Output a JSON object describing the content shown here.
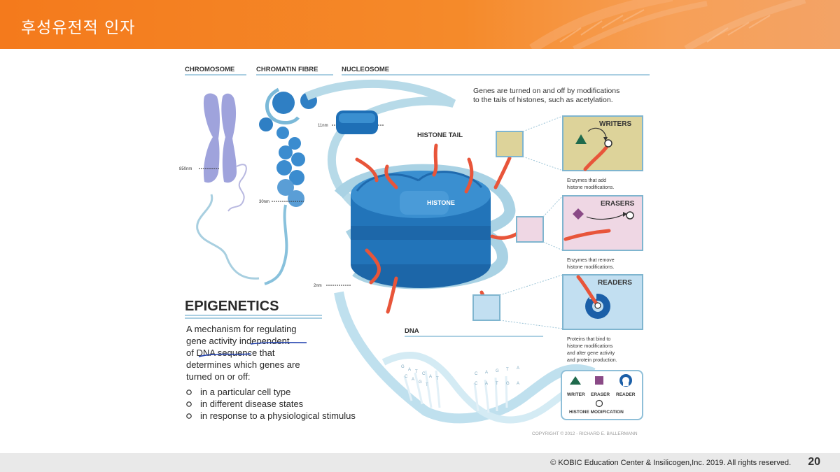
{
  "header": {
    "title": "후성유전적 인자"
  },
  "diagram": {
    "labels": {
      "chromosome": "CHROMOSOME",
      "chromatin_fibre": "CHROMATIN FIBRE",
      "nucleosome": "NUCLEOSOME",
      "histone_tail": "HISTONE TAIL",
      "histone": "HISTONE",
      "dna": "DNA"
    },
    "scale": {
      "s850": "850nm",
      "s30": "30nm",
      "s11": "11nm",
      "s2": "2nm"
    },
    "intro_line1": "Genes are turned on and off by modifications",
    "intro_line2": "to the tails of histones, such as acetylation.",
    "writers": {
      "title": "WRITERS",
      "desc1": "Enzymes that add",
      "desc2": "histone modifications."
    },
    "erasers": {
      "title": "ERASERS",
      "desc1": "Enzymes that remove",
      "desc2": "histone modifications."
    },
    "readers": {
      "title": "READERS",
      "desc1": "Proteins that bind to",
      "desc2": "histone modifications",
      "desc3": "and alter gene activity",
      "desc4": "and protein production."
    },
    "legend": {
      "writer": "WRITER",
      "eraser": "ERASER",
      "reader": "READER",
      "modification": "HISTONE MODIFICATION"
    },
    "epigenetics": {
      "title": "EPIGENETICS",
      "line1": "A mechanism for regulating",
      "line2": "gene activity independent",
      "line3": "of DNA sequence that",
      "line4": "determines which genes are",
      "line5": "turned on or off:",
      "bullets": [
        "in a particular cell type",
        "in different disease states",
        "in response to a physiological stimulus"
      ]
    },
    "dna_letters": [
      "G",
      "A",
      "T",
      "C",
      "A",
      "T",
      "C",
      "A",
      "G",
      "T",
      "C",
      "A",
      "G",
      "T",
      "A",
      "C",
      "A",
      "T",
      "G",
      "A"
    ],
    "copyright": "COPYRIGHT © 2012 - RICHARD E. BALLERMANN",
    "colors": {
      "writer": "#1f6a4c",
      "eraser": "#8a4a86",
      "reader": "#1b5fa8",
      "histone": "#2f86c9",
      "tail": "#e8553a"
    }
  },
  "footer": {
    "copyright": "© KOBIC Education Center & Insilicogen,Inc. 2019. All rights reserved.",
    "page_number": "20"
  }
}
